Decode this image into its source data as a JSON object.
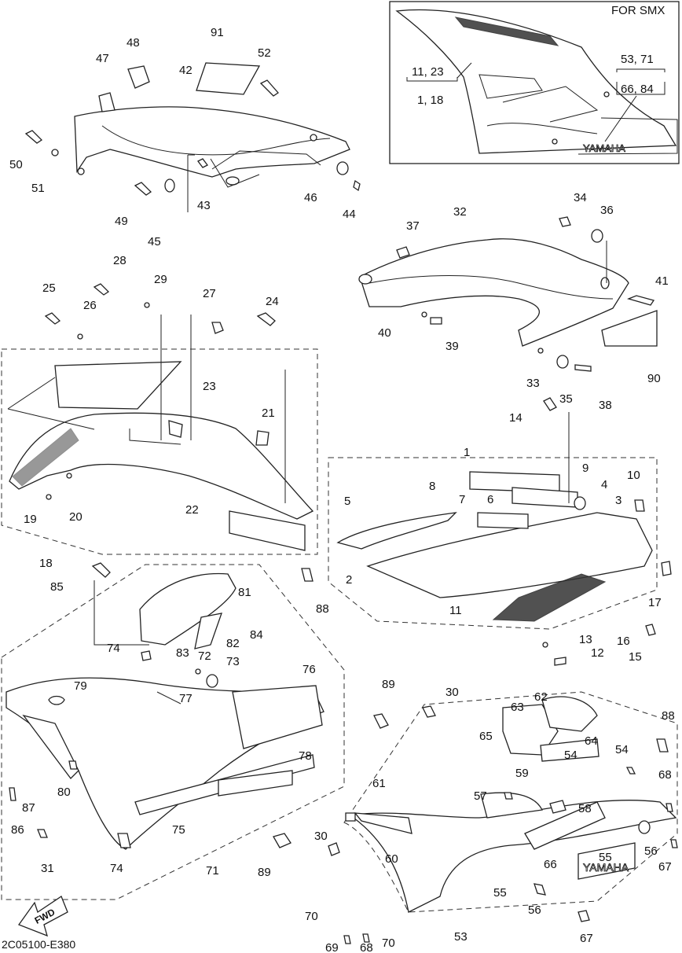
{
  "diagram": {
    "inset_label": "FOR SMX",
    "inset_callouts": [
      "11, 23",
      "1, 18",
      "53, 71",
      "66, 84"
    ],
    "decal_text": "YAMAHA",
    "fwd_label": "FWD",
    "catalog_code": "2C05100-E380",
    "part_numbers": [
      "1",
      "2",
      "3",
      "4",
      "5",
      "6",
      "7",
      "8",
      "9",
      "10",
      "11",
      "12",
      "13",
      "14",
      "15",
      "16",
      "17",
      "18",
      "19",
      "20",
      "21",
      "22",
      "23",
      "24",
      "25",
      "26",
      "27",
      "28",
      "29",
      "30",
      "31",
      "32",
      "33",
      "34",
      "35",
      "36",
      "37",
      "38",
      "39",
      "40",
      "41",
      "42",
      "43",
      "44",
      "45",
      "46",
      "47",
      "48",
      "49",
      "50",
      "51",
      "52",
      "53",
      "54",
      "55",
      "56",
      "57",
      "58",
      "59",
      "60",
      "61",
      "62",
      "63",
      "64",
      "65",
      "66",
      "67",
      "68",
      "69",
      "70",
      "71",
      "72",
      "73",
      "74",
      "75",
      "76",
      "77",
      "78",
      "79",
      "80",
      "81",
      "82",
      "83",
      "84",
      "85",
      "86",
      "87",
      "88",
      "89",
      "90",
      "91"
    ]
  }
}
